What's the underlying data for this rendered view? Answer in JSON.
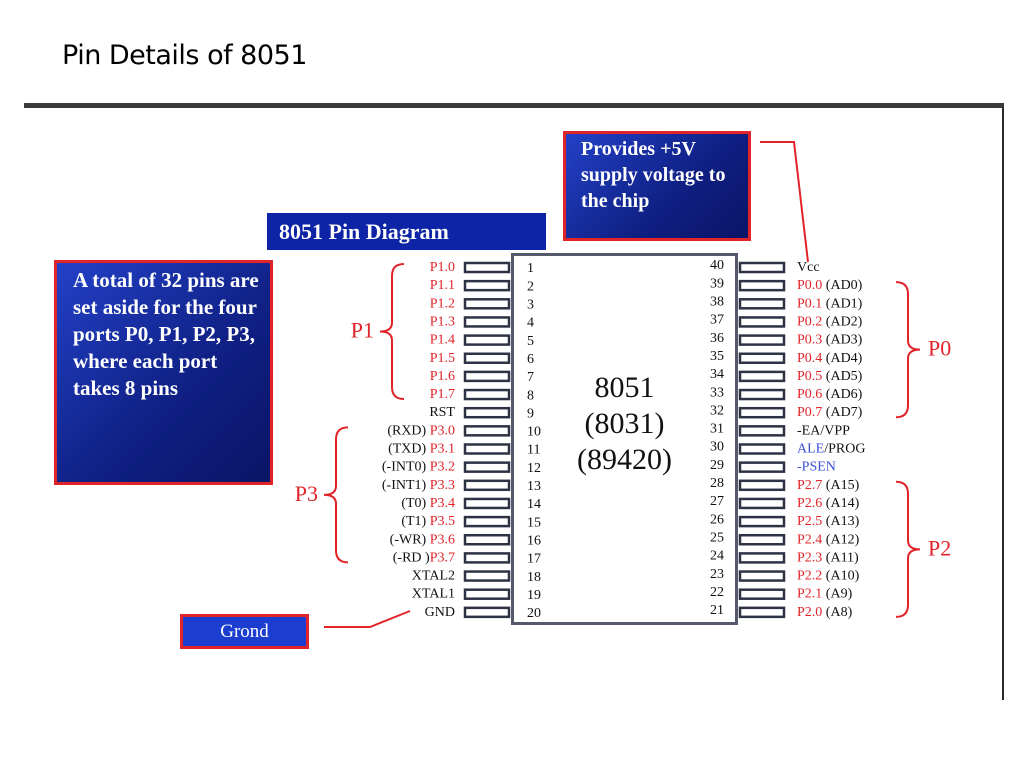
{
  "slide": {
    "title": "Pin Details of 8051"
  },
  "diagram_title": "8051 Pin Diagram",
  "notes": {
    "ports": "A total of 32 pins are set aside for the four ports P0, P1, P2, P3, where each port takes 8 pins",
    "vcc": "Provides +5V supply voltage to the chip",
    "ground": "Grond"
  },
  "chip": {
    "name_lines": [
      "8051",
      "(8031)",
      "(89420)"
    ]
  },
  "colors": {
    "port_pin": "#e0242a",
    "special_pin": "#3a4fd6",
    "plain_pin": "#111111",
    "callout_border": "#e0242a"
  },
  "left_pins": [
    {
      "number": "1",
      "parts": [
        {
          "text": "P1.0",
          "color": "red"
        }
      ]
    },
    {
      "number": "2",
      "parts": [
        {
          "text": "P1.1",
          "color": "red"
        }
      ]
    },
    {
      "number": "3",
      "parts": [
        {
          "text": "P1.2",
          "color": "red"
        }
      ]
    },
    {
      "number": "4",
      "parts": [
        {
          "text": "P1.3",
          "color": "red"
        }
      ]
    },
    {
      "number": "5",
      "parts": [
        {
          "text": "P1.4",
          "color": "red"
        }
      ]
    },
    {
      "number": "6",
      "parts": [
        {
          "text": "P1.5",
          "color": "red"
        }
      ]
    },
    {
      "number": "7",
      "parts": [
        {
          "text": "P1.6",
          "color": "red"
        }
      ]
    },
    {
      "number": "8",
      "parts": [
        {
          "text": "P1.7",
          "color": "red"
        }
      ]
    },
    {
      "number": "9",
      "parts": [
        {
          "text": "RST",
          "color": "black"
        }
      ]
    },
    {
      "number": "10",
      "parts": [
        {
          "text": "(RXD) ",
          "color": "black"
        },
        {
          "text": "P3.0",
          "color": "red"
        }
      ]
    },
    {
      "number": "11",
      "parts": [
        {
          "text": "(TXD) ",
          "color": "black"
        },
        {
          "text": "P3.1",
          "color": "red"
        }
      ]
    },
    {
      "number": "12",
      "parts": [
        {
          "text": "(-INT0) ",
          "color": "black"
        },
        {
          "text": "P3.2",
          "color": "red"
        }
      ]
    },
    {
      "number": "13",
      "parts": [
        {
          "text": "(-INT1) ",
          "color": "black"
        },
        {
          "text": "P3.3",
          "color": "red"
        }
      ]
    },
    {
      "number": "14",
      "parts": [
        {
          "text": "(T0) ",
          "color": "black"
        },
        {
          "text": "P3.4",
          "color": "red"
        }
      ]
    },
    {
      "number": "15",
      "parts": [
        {
          "text": "(T1) ",
          "color": "black"
        },
        {
          "text": "P3.5",
          "color": "red"
        }
      ]
    },
    {
      "number": "16",
      "parts": [
        {
          "text": "(-WR) ",
          "color": "black"
        },
        {
          "text": "P3.6",
          "color": "red"
        }
      ]
    },
    {
      "number": "17",
      "parts": [
        {
          "text": "(-RD )",
          "color": "black"
        },
        {
          "text": "P3.7",
          "color": "red"
        }
      ]
    },
    {
      "number": "18",
      "parts": [
        {
          "text": "XTAL2",
          "color": "black"
        }
      ]
    },
    {
      "number": "19",
      "parts": [
        {
          "text": "XTAL1",
          "color": "black"
        }
      ]
    },
    {
      "number": "20",
      "parts": [
        {
          "text": "GND",
          "color": "black"
        }
      ]
    }
  ],
  "right_pins": [
    {
      "number": "40",
      "parts": [
        {
          "text": "Vcc",
          "color": "black"
        }
      ]
    },
    {
      "number": "39",
      "parts": [
        {
          "text": "P0.0",
          "color": "red"
        },
        {
          "text": " (AD0)",
          "color": "black"
        }
      ]
    },
    {
      "number": "38",
      "parts": [
        {
          "text": "P0.1",
          "color": "red"
        },
        {
          "text": " (AD1)",
          "color": "black"
        }
      ]
    },
    {
      "number": "37",
      "parts": [
        {
          "text": "P0.2",
          "color": "red"
        },
        {
          "text": " (AD2)",
          "color": "black"
        }
      ]
    },
    {
      "number": "36",
      "parts": [
        {
          "text": "P0.3",
          "color": "red"
        },
        {
          "text": " (AD3)",
          "color": "black"
        }
      ]
    },
    {
      "number": "35",
      "parts": [
        {
          "text": "P0.4",
          "color": "red"
        },
        {
          "text": " (AD4)",
          "color": "black"
        }
      ]
    },
    {
      "number": "34",
      "parts": [
        {
          "text": "P0.5",
          "color": "red"
        },
        {
          "text": " (AD5)",
          "color": "black"
        }
      ]
    },
    {
      "number": "33",
      "parts": [
        {
          "text": "P0.6",
          "color": "red"
        },
        {
          "text": " (AD6)",
          "color": "black"
        }
      ]
    },
    {
      "number": "32",
      "parts": [
        {
          "text": "P0.7",
          "color": "red"
        },
        {
          "text": " (AD7)",
          "color": "black"
        }
      ]
    },
    {
      "number": "31",
      "parts": [
        {
          "text": "-EA/VPP",
          "color": "black"
        }
      ]
    },
    {
      "number": "30",
      "parts": [
        {
          "text": "ALE",
          "color": "blue"
        },
        {
          "text": "/PROG",
          "color": "black"
        }
      ]
    },
    {
      "number": "29",
      "parts": [
        {
          "text": "-PSEN",
          "color": "blue"
        }
      ]
    },
    {
      "number": "28",
      "parts": [
        {
          "text": "P2.7",
          "color": "red"
        },
        {
          "text": " (A15)",
          "color": "black"
        }
      ]
    },
    {
      "number": "27",
      "parts": [
        {
          "text": "P2.6",
          "color": "red"
        },
        {
          "text": " (A14)",
          "color": "black"
        }
      ]
    },
    {
      "number": "26",
      "parts": [
        {
          "text": "P2.5",
          "color": "red"
        },
        {
          "text": " (A13)",
          "color": "black"
        }
      ]
    },
    {
      "number": "25",
      "parts": [
        {
          "text": "P2.4",
          "color": "red"
        },
        {
          "text": " (A12)",
          "color": "black"
        }
      ]
    },
    {
      "number": "24",
      "parts": [
        {
          "text": "P2.3",
          "color": "red"
        },
        {
          "text": " (A11)",
          "color": "black"
        }
      ]
    },
    {
      "number": "23",
      "parts": [
        {
          "text": "P2.2",
          "color": "red"
        },
        {
          "text": " (A10)",
          "color": "black"
        }
      ]
    },
    {
      "number": "22",
      "parts": [
        {
          "text": "P2.1",
          "color": "red"
        },
        {
          "text": " (A9)",
          "color": "black"
        }
      ]
    },
    {
      "number": "21",
      "parts": [
        {
          "text": "P2.0",
          "color": "red"
        },
        {
          "text": " (A8)",
          "color": "black"
        }
      ]
    }
  ],
  "port_groups": [
    {
      "label": "P1",
      "side": "left",
      "from_pin": 0,
      "to_pin": 7
    },
    {
      "label": "P3",
      "side": "left",
      "from_pin": 9,
      "to_pin": 16
    },
    {
      "label": "P0",
      "side": "right",
      "from_pin": 1,
      "to_pin": 8
    },
    {
      "label": "P2",
      "side": "right",
      "from_pin": 12,
      "to_pin": 19
    }
  ]
}
